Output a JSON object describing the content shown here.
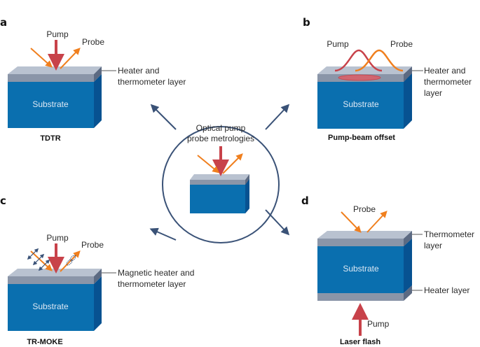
{
  "colors": {
    "substrate_front": "#0a6faf",
    "substrate_side": "#075291",
    "layer_front": "#8a95a8",
    "layer_top": "#b9c2d0",
    "layer_side": "#5c6a82",
    "pump": "#c8424a",
    "probe": "#f07f1e",
    "connector": "#3a5277"
  },
  "center": {
    "title_line1": "Optical pump",
    "title_line2": "probe metrologies"
  },
  "panels": {
    "a": {
      "letter": "a",
      "pump_label": "Pump",
      "probe_label": "Probe",
      "layer_label_line1": "Heater and",
      "layer_label_line2": "thermometer layer",
      "substrate_label": "Substrate",
      "caption": "TDTR"
    },
    "b": {
      "letter": "b",
      "pump_label": "Pump",
      "probe_label": "Probe",
      "layer_label_line1": "Heater and",
      "layer_label_line2": "thermometer",
      "layer_label_line3": "layer",
      "substrate_label": "Substrate",
      "caption": "Pump-beam offset"
    },
    "c": {
      "letter": "c",
      "pump_label": "Pump",
      "probe_label": "Probe",
      "layer_label_line1": "Magnetic heater and",
      "layer_label_line2": "thermometer layer",
      "substrate_label": "Substrate",
      "caption": "TR-MOKE"
    },
    "d": {
      "letter": "d",
      "probe_label": "Probe",
      "top_layer_label_line1": "Thermometer",
      "top_layer_label_line2": "layer",
      "bottom_layer_label": "Heater layer",
      "substrate_label": "Substrate",
      "pump_label": "Pump",
      "caption": "Laser flash"
    }
  }
}
